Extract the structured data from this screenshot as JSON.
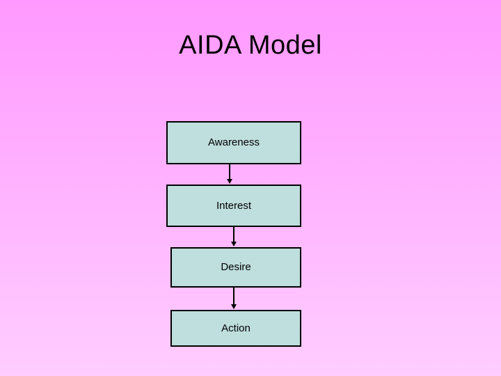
{
  "slide": {
    "title": "AIDA Model",
    "background": {
      "gradient_from": "#FF99FF",
      "gradient_to": "#FFCDFF",
      "direction": "top-to-bottom"
    }
  },
  "diagram": {
    "type": "vertical-flowchart",
    "box_fill_color": "#BFDEDE",
    "box_border_color": "#000000",
    "connector_color": "#000000",
    "steps": [
      {
        "label": "Awareness"
      },
      {
        "label": "Interest"
      },
      {
        "label": "Desire"
      },
      {
        "label": "Action"
      }
    ],
    "connectors": [
      {
        "from": "Awareness",
        "to": "Interest",
        "style": "arrow-down"
      },
      {
        "from": "Interest",
        "to": "Desire",
        "style": "arrow-down"
      },
      {
        "from": "Desire",
        "to": "Action",
        "style": "arrow-down"
      }
    ]
  }
}
